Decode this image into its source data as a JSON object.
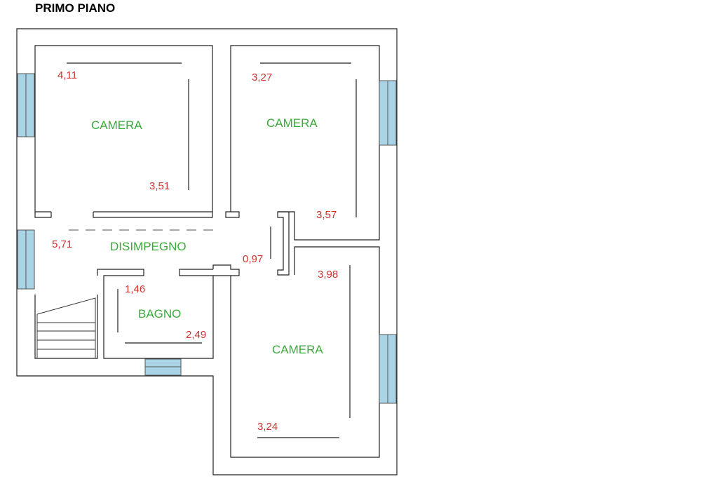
{
  "title": "PRIMO PIANO",
  "colors": {
    "room_label": "#3aaa3a",
    "dimension": "#d03030",
    "wall": "#222222",
    "window": "#a9d4e6",
    "title": "#000000"
  },
  "rooms": {
    "camera_1": "CAMERA",
    "camera_2": "CAMERA",
    "camera_3": "CAMERA",
    "disimpegno": "DISIMPEGNO",
    "bagno": "BAGNO"
  },
  "dimensions": {
    "camera_1_width": "4,11",
    "camera_1_depth": "3,51",
    "camera_2_width": "3,27",
    "camera_2_depth": "3,57",
    "disimpegno_length": "5,71",
    "disimpegno_width": "0,97",
    "bagno_width": "1,46",
    "bagno_depth": "2,49",
    "camera_3_depth": "3,98",
    "camera_3_width": "3,24"
  }
}
